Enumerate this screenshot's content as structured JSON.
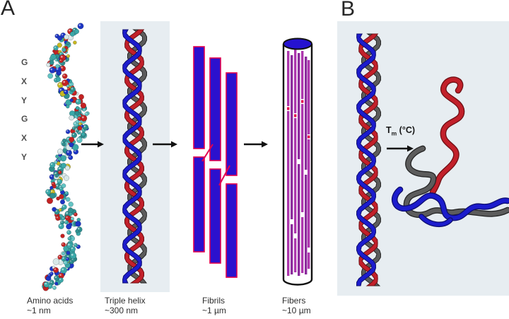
{
  "figure": {
    "panel_a": {
      "label": "A",
      "sequence": [
        "G",
        "X",
        "Y",
        "G",
        "X",
        "Y"
      ],
      "stages": [
        {
          "name": "Amino acids",
          "scale": "~1 nm"
        },
        {
          "name": "Triple helix",
          "scale": "~300 nm"
        },
        {
          "name": "Fibrils",
          "scale": "~1 µm"
        },
        {
          "name": "Fibers",
          "scale": "~10 µm"
        }
      ]
    },
    "panel_b": {
      "label": "B",
      "arrow_label": {
        "base": "T",
        "sub": "m",
        "units": " (°C)"
      }
    },
    "colors": {
      "panel_bg": "#e7edf1",
      "helix_blue": "#1c1ccd",
      "helix_blue_edge": "#0d0d6e",
      "helix_red": "#c2202a",
      "helix_red_edge": "#6e0f14",
      "helix_gray": "#5c5c5c",
      "helix_gray_edge": "#252525",
      "fibril_fill": "#2b11ce",
      "fibril_outline": "#e2004e",
      "fiber_line_a": "#ad36ad",
      "fiber_line_b": "#8c2b9c",
      "fiber_cap": "#2512d0",
      "fiber_outline": "#111111",
      "arrow": "#111111",
      "molecule_palette": [
        "#3aa8a8",
        "#2e8f8f",
        "#1d35c4",
        "#c42222",
        "#d8e8e8",
        "#63c4c4",
        "#c8b820"
      ]
    }
  }
}
